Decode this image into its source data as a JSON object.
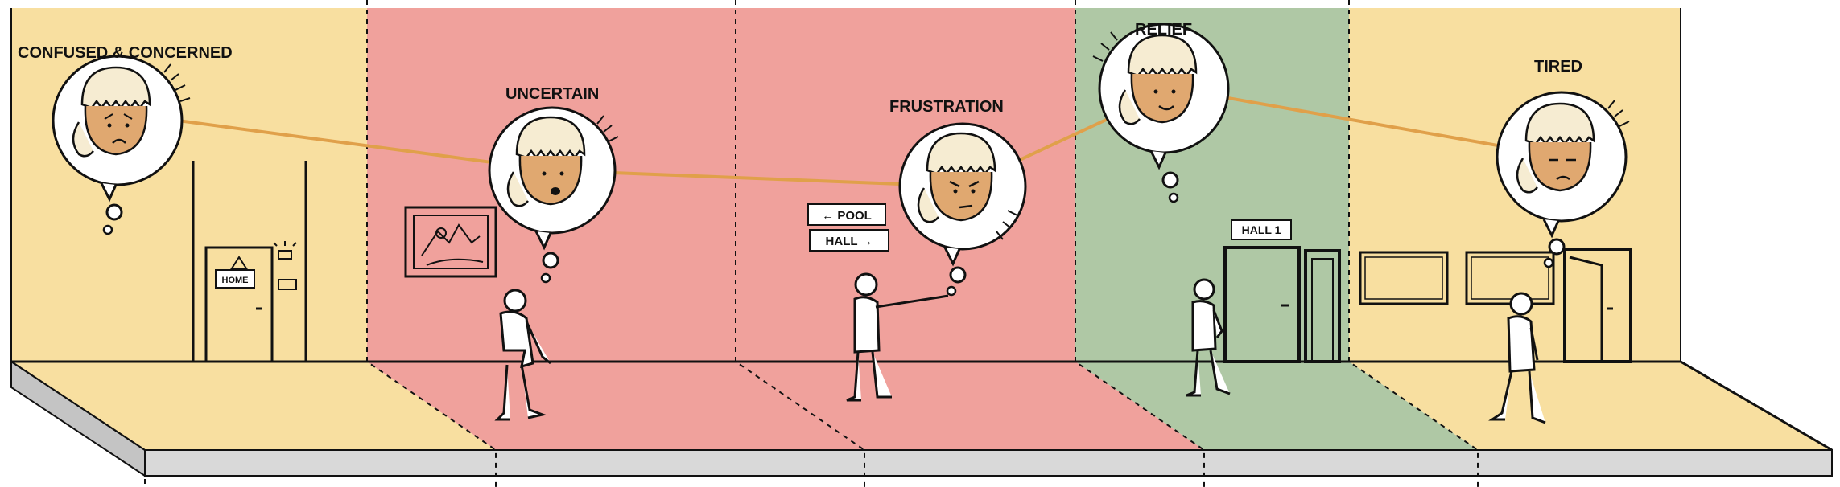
{
  "stages": [
    {
      "label": "CONFUSED & CONCERNED",
      "mood": "concerned",
      "color": "#f8dfa0"
    },
    {
      "label": "UNCERTAIN",
      "mood": "uncertain",
      "color": "#f0a19c"
    },
    {
      "label": "FRUSTRATION",
      "mood": "frustrated",
      "color": "#f0a19c"
    },
    {
      "label": "RELIEF",
      "mood": "relieved",
      "color": "#afc8a5"
    },
    {
      "label": "TIRED",
      "mood": "tired",
      "color": "#f8dfa0"
    }
  ],
  "signs": {
    "home": "HOME",
    "pool": "← POOL",
    "hall": "HALL →",
    "hall_1": "HALL 1"
  },
  "colors": {
    "mood_line": "#e0a04a",
    "floor_edge": "#d9d9d9",
    "outline": "#111111"
  }
}
